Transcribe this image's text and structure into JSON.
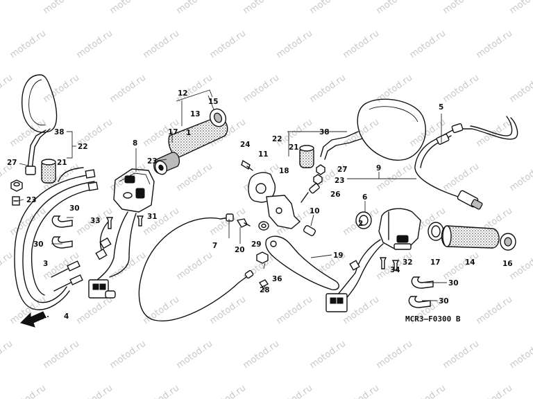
{
  "diagram": {
    "code": "MCR3—F0300 B",
    "direction_label": "FR.",
    "watermark": "motod.ru",
    "callouts": [
      {
        "id": "c1",
        "label": "1"
      },
      {
        "id": "c2",
        "label": "2"
      },
      {
        "id": "c3",
        "label": "3"
      },
      {
        "id": "c4",
        "label": "4"
      },
      {
        "id": "c5",
        "label": "5"
      },
      {
        "id": "c6",
        "label": "6"
      },
      {
        "id": "c7",
        "label": "7"
      },
      {
        "id": "c8",
        "label": "8"
      },
      {
        "id": "c9",
        "label": "9"
      },
      {
        "id": "c10",
        "label": "10"
      },
      {
        "id": "c11",
        "label": "11"
      },
      {
        "id": "c12",
        "label": "12"
      },
      {
        "id": "c13",
        "label": "13"
      },
      {
        "id": "c14",
        "label": "14"
      },
      {
        "id": "c15",
        "label": "15"
      },
      {
        "id": "c16",
        "label": "16"
      },
      {
        "id": "c17a",
        "label": "17"
      },
      {
        "id": "c17b",
        "label": "17"
      },
      {
        "id": "c18",
        "label": "18"
      },
      {
        "id": "c19",
        "label": "19"
      },
      {
        "id": "c20",
        "label": "20"
      },
      {
        "id": "c21a",
        "label": "21"
      },
      {
        "id": "c21b",
        "label": "21"
      },
      {
        "id": "c22a",
        "label": "22"
      },
      {
        "id": "c22b",
        "label": "22"
      },
      {
        "id": "c23a",
        "label": "23"
      },
      {
        "id": "c23b",
        "label": "23"
      },
      {
        "id": "c23c",
        "label": "23"
      },
      {
        "id": "c24",
        "label": "24"
      },
      {
        "id": "c26",
        "label": "26"
      },
      {
        "id": "c27a",
        "label": "27"
      },
      {
        "id": "c27b",
        "label": "27"
      },
      {
        "id": "c28",
        "label": "28"
      },
      {
        "id": "c29",
        "label": "29"
      },
      {
        "id": "c30a",
        "label": "30"
      },
      {
        "id": "c30b",
        "label": "30"
      },
      {
        "id": "c30c",
        "label": "30"
      },
      {
        "id": "c30d",
        "label": "30"
      },
      {
        "id": "c31",
        "label": "31"
      },
      {
        "id": "c32",
        "label": "32"
      },
      {
        "id": "c33",
        "label": "33"
      },
      {
        "id": "c34",
        "label": "34"
      },
      {
        "id": "c36",
        "label": "36"
      },
      {
        "id": "c38a",
        "label": "38"
      },
      {
        "id": "c38b",
        "label": "38"
      }
    ]
  }
}
